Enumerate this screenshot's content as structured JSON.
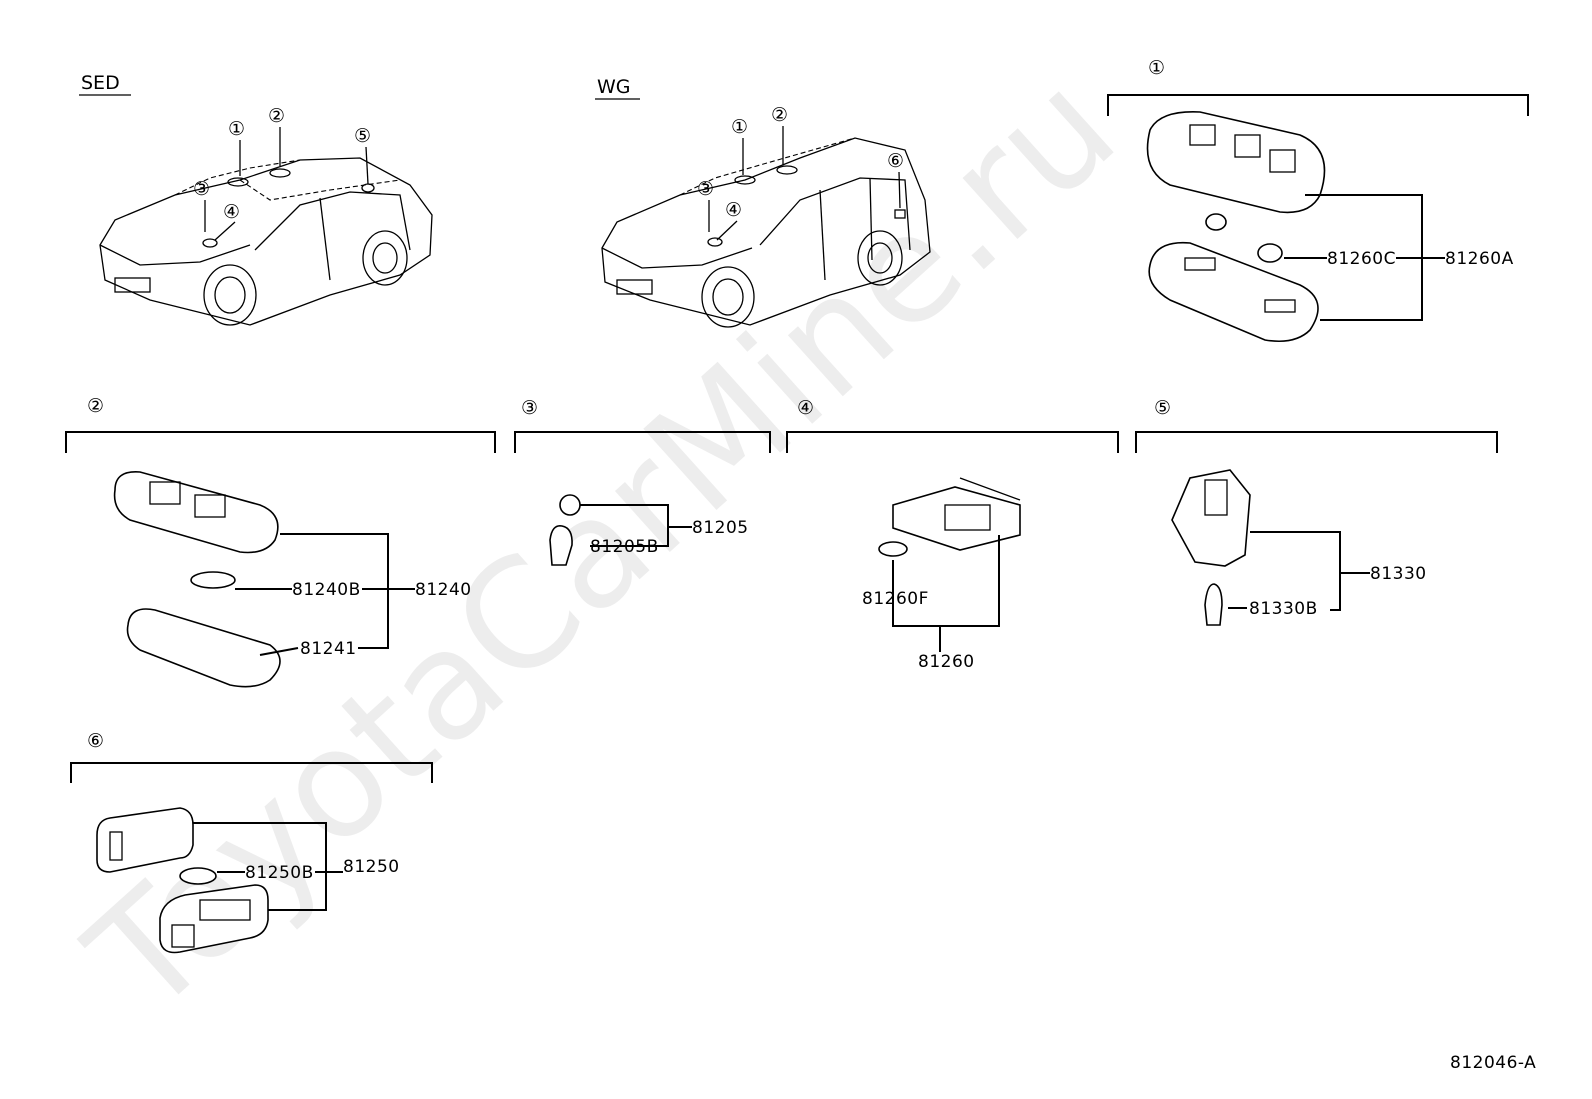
{
  "watermark": "ToyotaCarMine.ru",
  "diagram_code": "812046-A",
  "overview": {
    "sedan_label": "SED",
    "wagon_label": "WG",
    "sedan_markers": [
      "①",
      "②",
      "③",
      "④",
      "⑤"
    ],
    "wagon_markers": [
      "①",
      "②",
      "③",
      "④",
      "⑥"
    ]
  },
  "groups": [
    {
      "marker": "①",
      "parts": [
        "81260C",
        "81260A"
      ]
    },
    {
      "marker": "②",
      "parts": [
        "81240B",
        "81240",
        "81241"
      ]
    },
    {
      "marker": "③",
      "parts": [
        "81205",
        "81205B"
      ]
    },
    {
      "marker": "④",
      "parts": [
        "81260F",
        "81260"
      ]
    },
    {
      "marker": "⑤",
      "parts": [
        "81330",
        "81330B"
      ]
    },
    {
      "marker": "⑥",
      "parts": [
        "81250B",
        "81250"
      ]
    }
  ]
}
